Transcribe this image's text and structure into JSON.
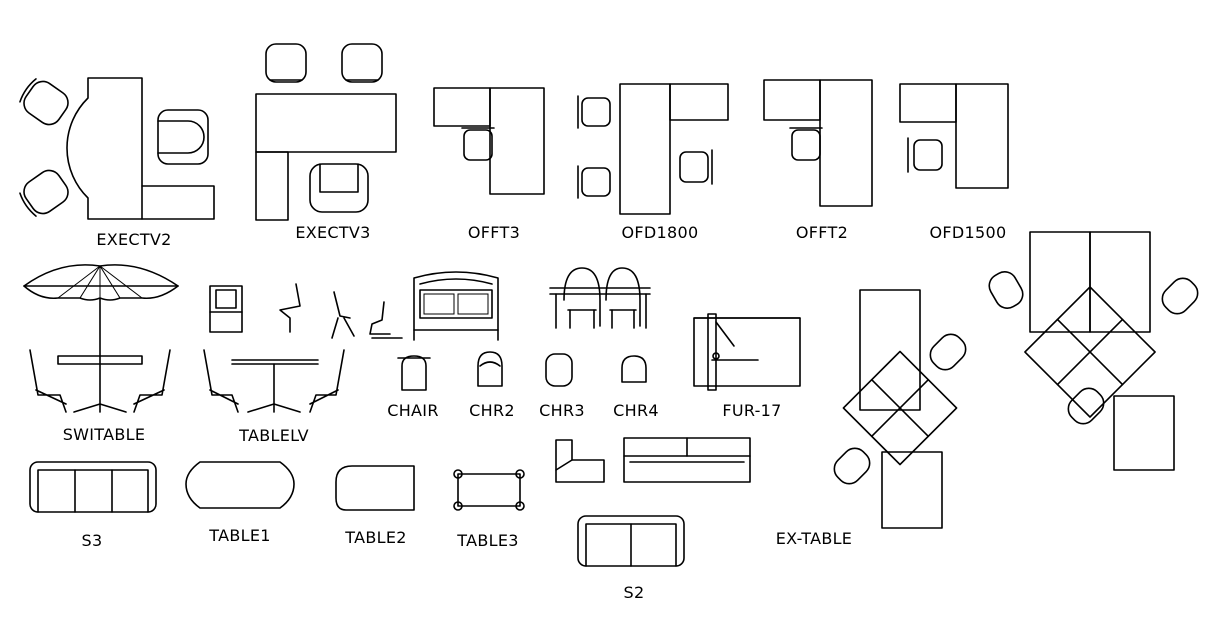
{
  "blocks": [
    {
      "id": "execv2",
      "label": "EXECTV2"
    },
    {
      "id": "execv3",
      "label": "EXECTV3"
    },
    {
      "id": "offt3",
      "label": "OFFT3"
    },
    {
      "id": "ofd1800",
      "label": "OFD1800"
    },
    {
      "id": "offt2",
      "label": "OFFT2"
    },
    {
      "id": "ofd1500",
      "label": "OFD1500"
    },
    {
      "id": "switable",
      "label": "SWITABLE"
    },
    {
      "id": "tablelv",
      "label": "TABLELV"
    },
    {
      "id": "chair",
      "label": "CHAIR"
    },
    {
      "id": "chr2",
      "label": "CHR2"
    },
    {
      "id": "chr3",
      "label": "CHR3"
    },
    {
      "id": "chr4",
      "label": "CHR4"
    },
    {
      "id": "fur17",
      "label": "FUR-17"
    },
    {
      "id": "s3",
      "label": "S3"
    },
    {
      "id": "table1",
      "label": "TABLE1"
    },
    {
      "id": "table2",
      "label": "TABLE2"
    },
    {
      "id": "table3",
      "label": "TABLE3"
    },
    {
      "id": "s2",
      "label": "S2"
    },
    {
      "id": "extable",
      "label": "EX-TABLE"
    }
  ]
}
